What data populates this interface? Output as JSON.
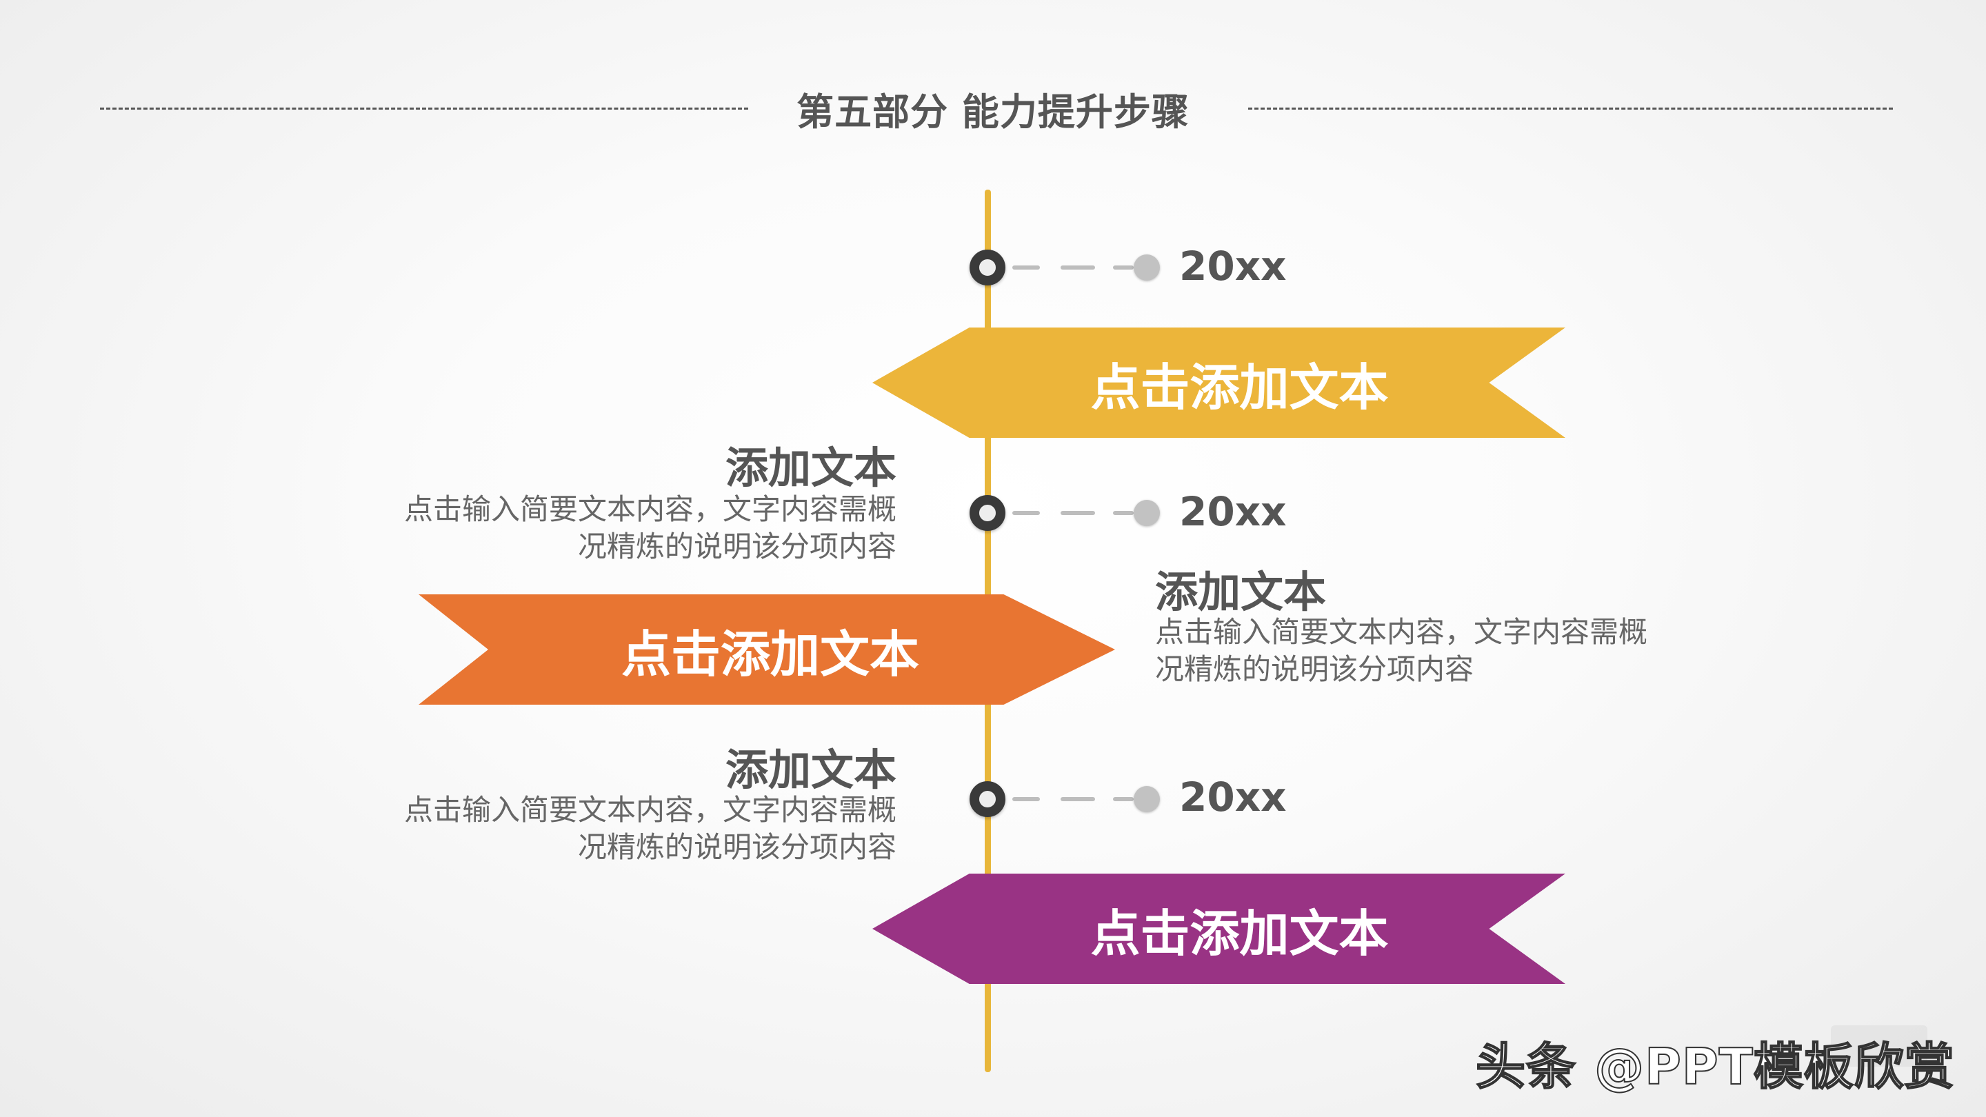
{
  "header": {
    "title": "第五部分  能力提升步骤"
  },
  "timeline": {
    "milestones": [
      {
        "year": "20xx",
        "ribbon_label": "点击添加文本",
        "ribbon_color": "#ecb53a"
      },
      {
        "year": "20xx",
        "ribbon_label": "点击添加文本",
        "ribbon_color": "#e87532",
        "heading": "添加文本",
        "description_line1": "点击输入简要文本内容，文字内容需概",
        "description_line2": "况精炼的说明该分项内容"
      },
      {
        "year": "20xx",
        "ribbon_label": "点击添加文本",
        "ribbon_color": "#993384",
        "heading": "添加文本",
        "description_line1": "点击输入简要文本内容，文字内容需概",
        "description_line2": "况精炼的说明该分项内容"
      }
    ],
    "side_text": {
      "heading": "添加文本",
      "description_line1": "点击输入简要文本内容，文字内容需概",
      "description_line2": "况精炼的说明该分项内容"
    }
  },
  "watermark": "头条 @PPT模板欣赏",
  "colors": {
    "axis": "#e8b63a",
    "node_ring": "#3a3a3a",
    "text": "#555555"
  }
}
